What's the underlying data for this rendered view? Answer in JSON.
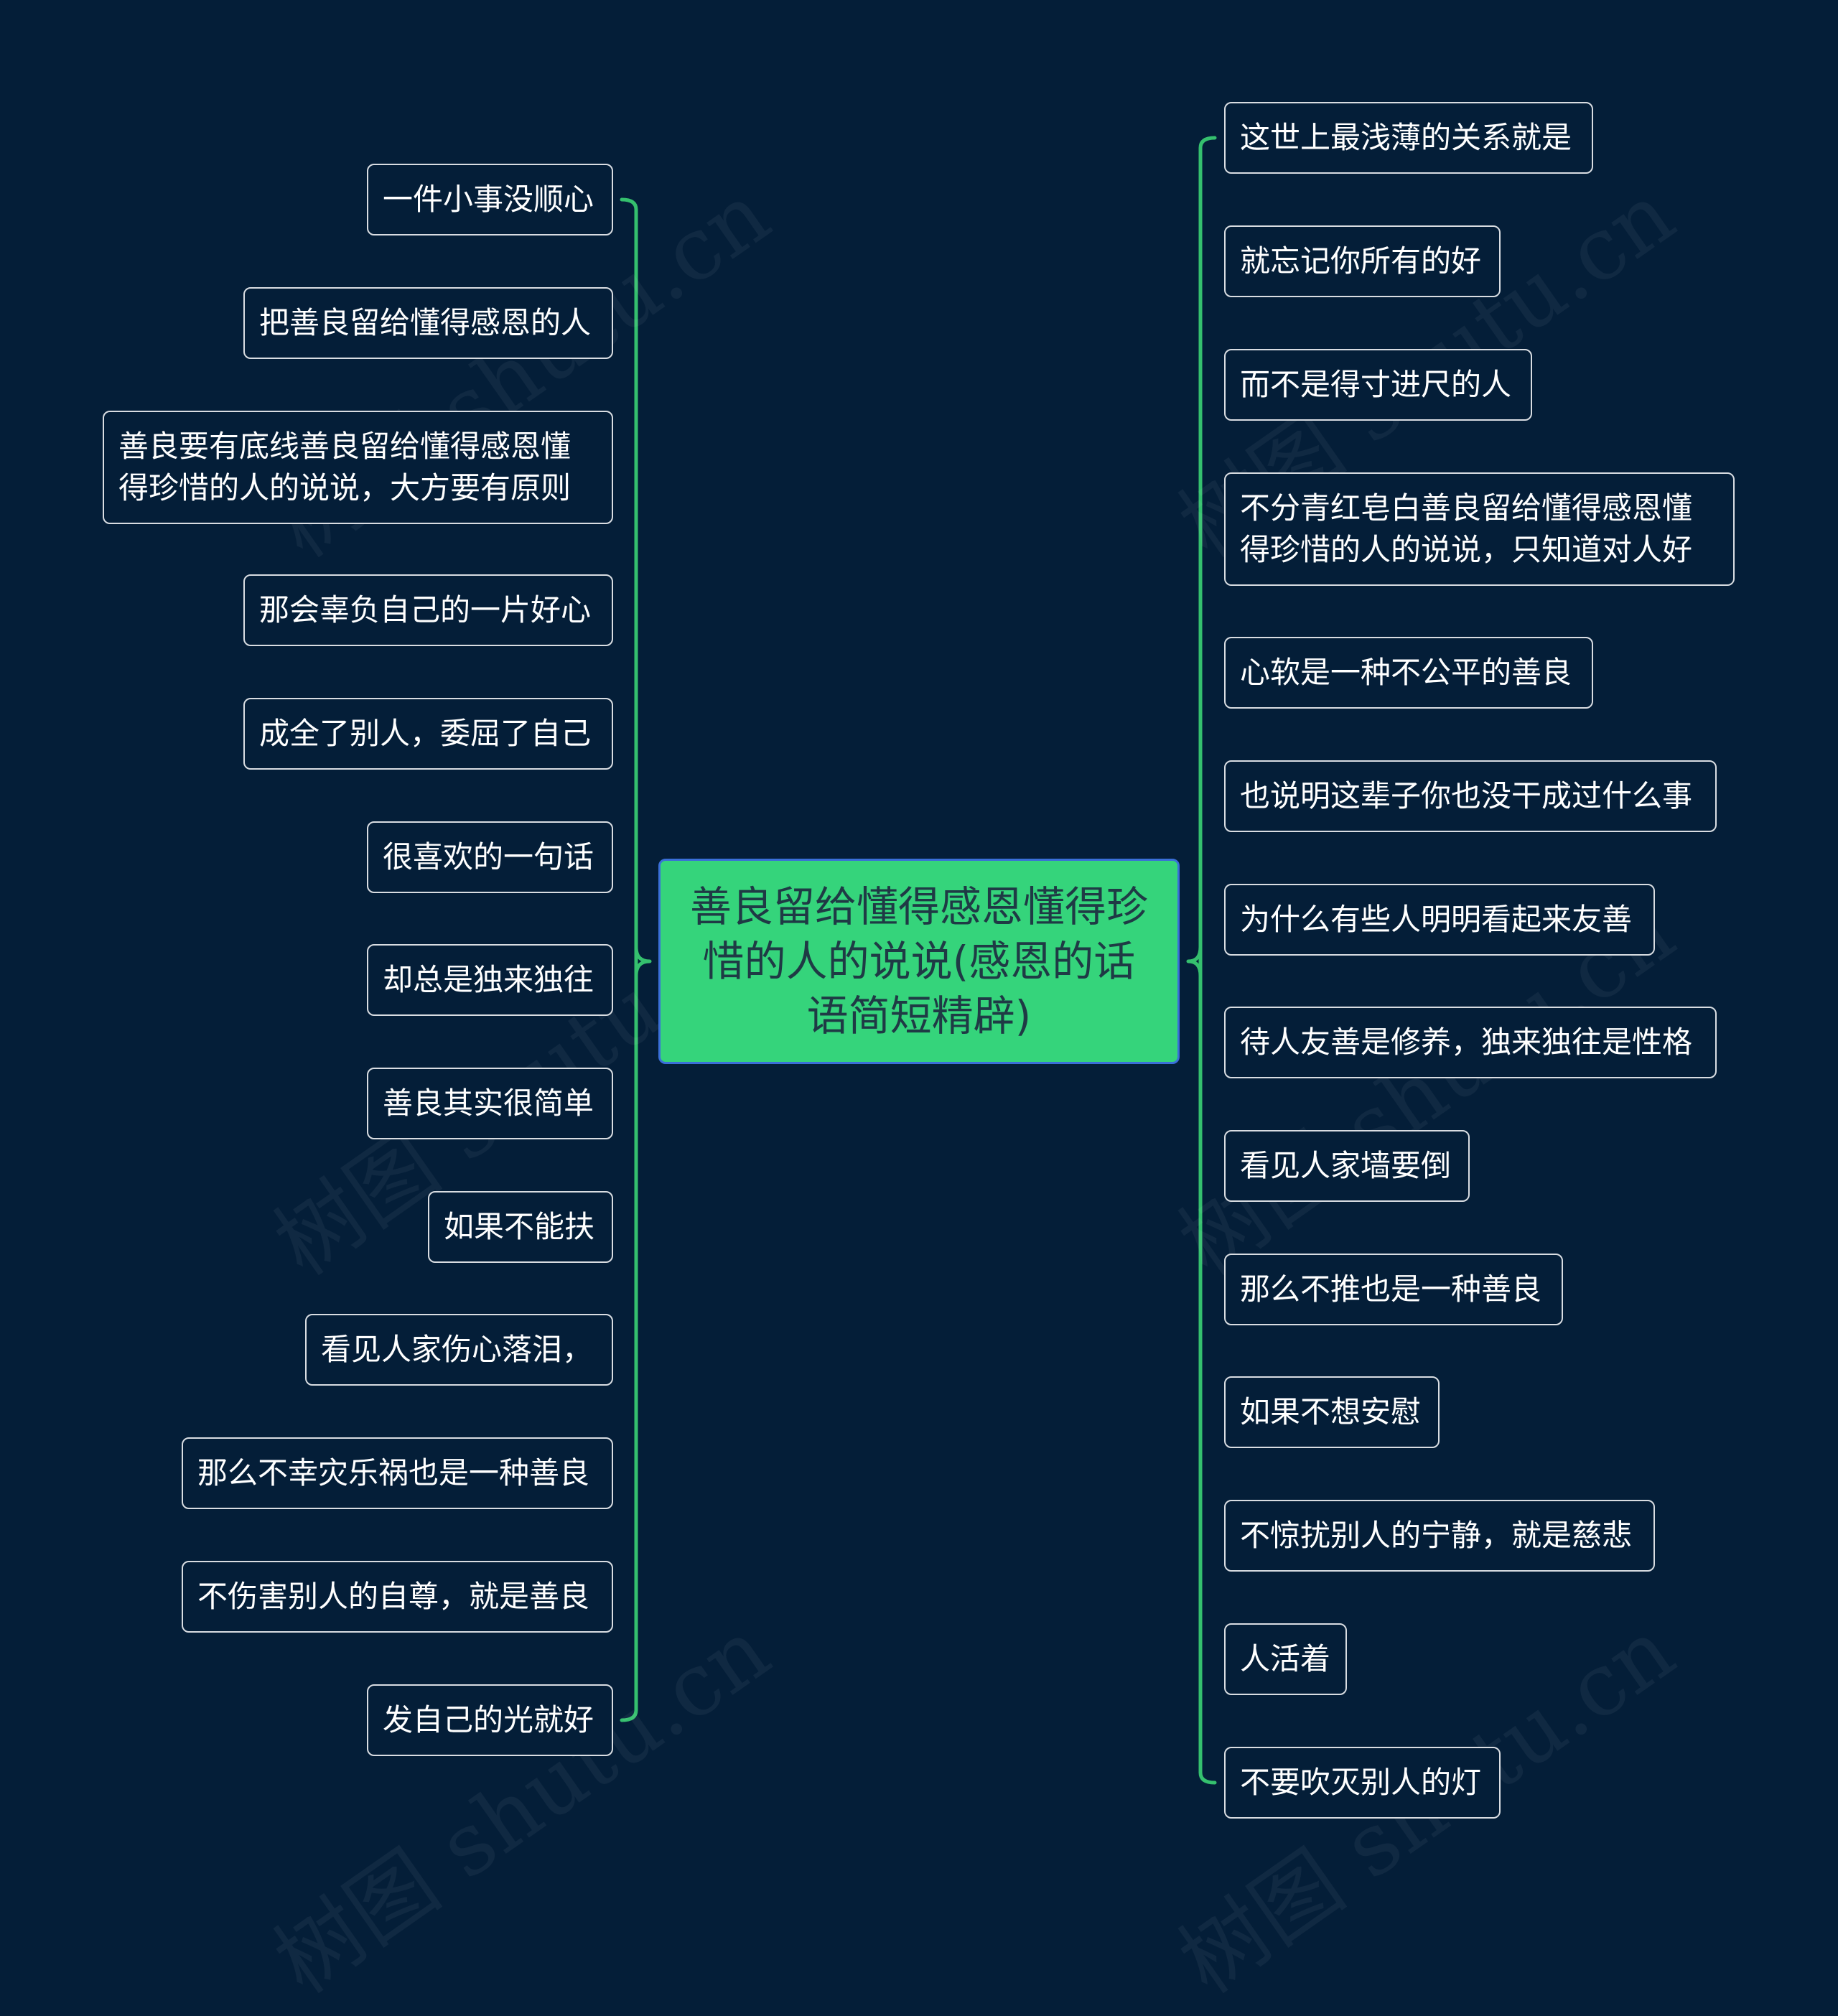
{
  "center": {
    "title": "善良留给懂得感恩懂得珍惜的人的说说(感恩的话语简短精辟)"
  },
  "left_nodes": [
    "一件小事没顺心",
    "把善良留给懂得感恩的人",
    "善良要有底线善良留给懂得感恩懂得珍惜的人的说说，大方要有原则",
    "那会辜负自己的一片好心",
    "成全了别人，委屈了自己",
    "很喜欢的一句话",
    "却总是独来独往",
    "善良其实很简单",
    "如果不能扶",
    "看见人家伤心落泪，",
    "那么不幸灾乐祸也是一种善良",
    "不伤害别人的自尊，就是善良",
    "发自己的光就好"
  ],
  "right_nodes": [
    "这世上最浅薄的关系就是",
    "就忘记你所有的好",
    "而不是得寸进尺的人",
    "不分青红皂白善良留给懂得感恩懂得珍惜的人的说说，只知道对人好",
    "心软是一种不公平的善良",
    "也说明这辈子你也没干成过什么事",
    "为什么有些人明明看起来友善",
    "待人友善是修养，独来独往是性格",
    "看见人家墙要倒",
    "那么不推也是一种善良",
    "如果不想安慰",
    "不惊扰别人的宁静，就是慈悲",
    "人活着",
    "不要吹灭别人的灯"
  ],
  "watermark": "树图 shutu.cn",
  "colors": {
    "background": "#041e38",
    "center_fill": "#35d47b",
    "center_border": "#3a6fd8",
    "connector": "#35c06e",
    "node_border": "#d9dde2",
    "node_text": "#ffffff"
  }
}
